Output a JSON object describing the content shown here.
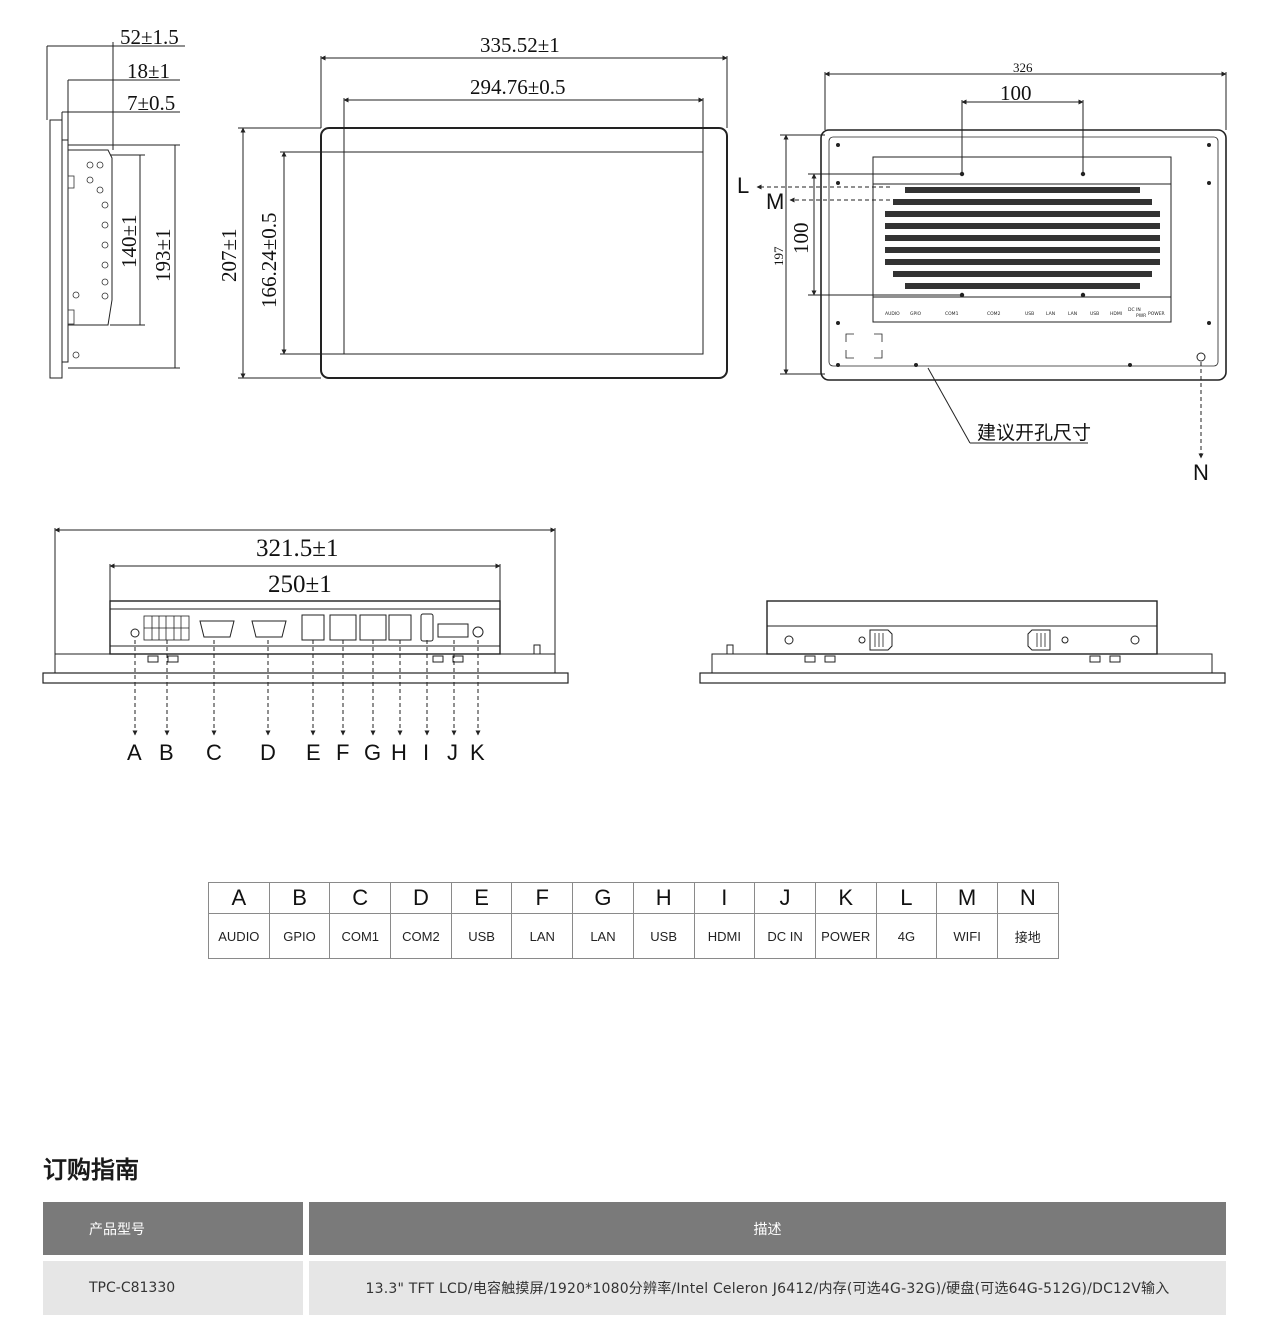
{
  "drawing": {
    "side_view": {
      "dims": [
        "52±1.5",
        "18±1",
        "7±0.5",
        "140±1",
        "193±1"
      ]
    },
    "front_view": {
      "dims": [
        "335.52±1",
        "294.76±0.5",
        "207±1",
        "166.24±0.5"
      ]
    },
    "rear_view": {
      "dims": [
        "326",
        "100",
        "197",
        "100"
      ],
      "callouts": [
        "L",
        "M",
        "N"
      ],
      "cutout_note": "建议开孔尺寸",
      "port_print": [
        "AUDIO",
        "GPIO",
        "COM1",
        "COM2",
        "USB",
        "LAN",
        "LAN",
        "USB",
        "HDMI",
        "DC IN",
        "PWR",
        "POWER"
      ]
    },
    "bottom_view": {
      "dims": [
        "321.5±1",
        "250±1"
      ],
      "callouts": [
        "A",
        "B",
        "C",
        "D",
        "E",
        "F",
        "G",
        "H",
        "I",
        "J",
        "K"
      ]
    }
  },
  "port_legend": {
    "letters": [
      "A",
      "B",
      "C",
      "D",
      "E",
      "F",
      "G",
      "H",
      "I",
      "J",
      "K",
      "L",
      "M",
      "N"
    ],
    "names": [
      "AUDIO",
      "GPIO",
      "COM1",
      "COM2",
      "USB",
      "LAN",
      "LAN",
      "USB",
      "HDMI",
      "DC IN",
      "POWER",
      "4G",
      "WIFI",
      "接地"
    ]
  },
  "ordering": {
    "title": "订购指南",
    "headers": [
      "产品型号",
      "描述"
    ],
    "rows": [
      {
        "model": "TPC-C81330",
        "description": "13.3\" TFT LCD/电容触摸屏/1920*1080分辨率/Intel Celeron J6412/内存(可选4G-32G)/硬盘(可选64G-512G)/DC12V输入"
      }
    ],
    "colors": {
      "header_bg": "#7a7a7a",
      "row_bg": "#e6e6e6"
    }
  }
}
